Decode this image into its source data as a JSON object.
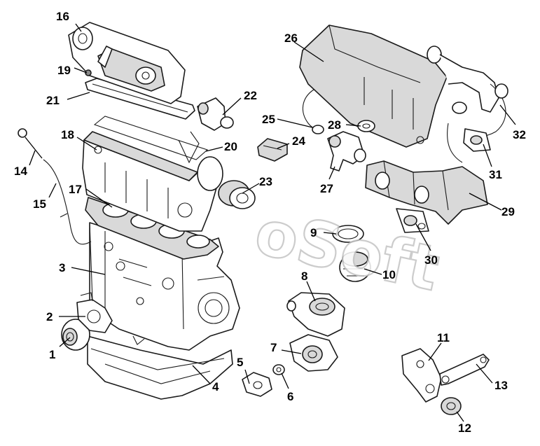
{
  "watermark": "oSoft",
  "callouts": [
    "1",
    "2",
    "3",
    "4",
    "5",
    "6",
    "7",
    "8",
    "9",
    "10",
    "11",
    "12",
    "13",
    "14",
    "15",
    "16",
    "17",
    "18",
    "19",
    "20",
    "21",
    "22",
    "23",
    "24",
    "25",
    "26",
    "27",
    "28",
    "29",
    "30",
    "31",
    "32"
  ]
}
